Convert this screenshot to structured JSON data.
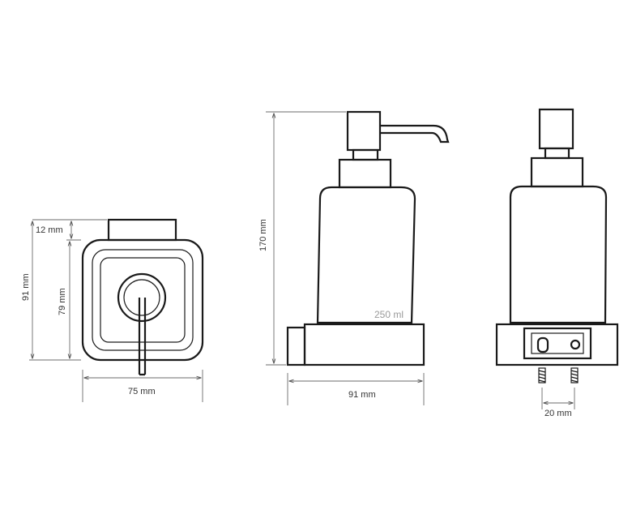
{
  "top_view": {
    "height_total": "91 mm",
    "height_top": "12 mm",
    "height_body": "79 mm",
    "width": "75 mm"
  },
  "front_view": {
    "height": "170 mm",
    "capacity": "250 ml",
    "width": "91 mm"
  },
  "side_view": {
    "screw_spacing": "20 mm"
  }
}
